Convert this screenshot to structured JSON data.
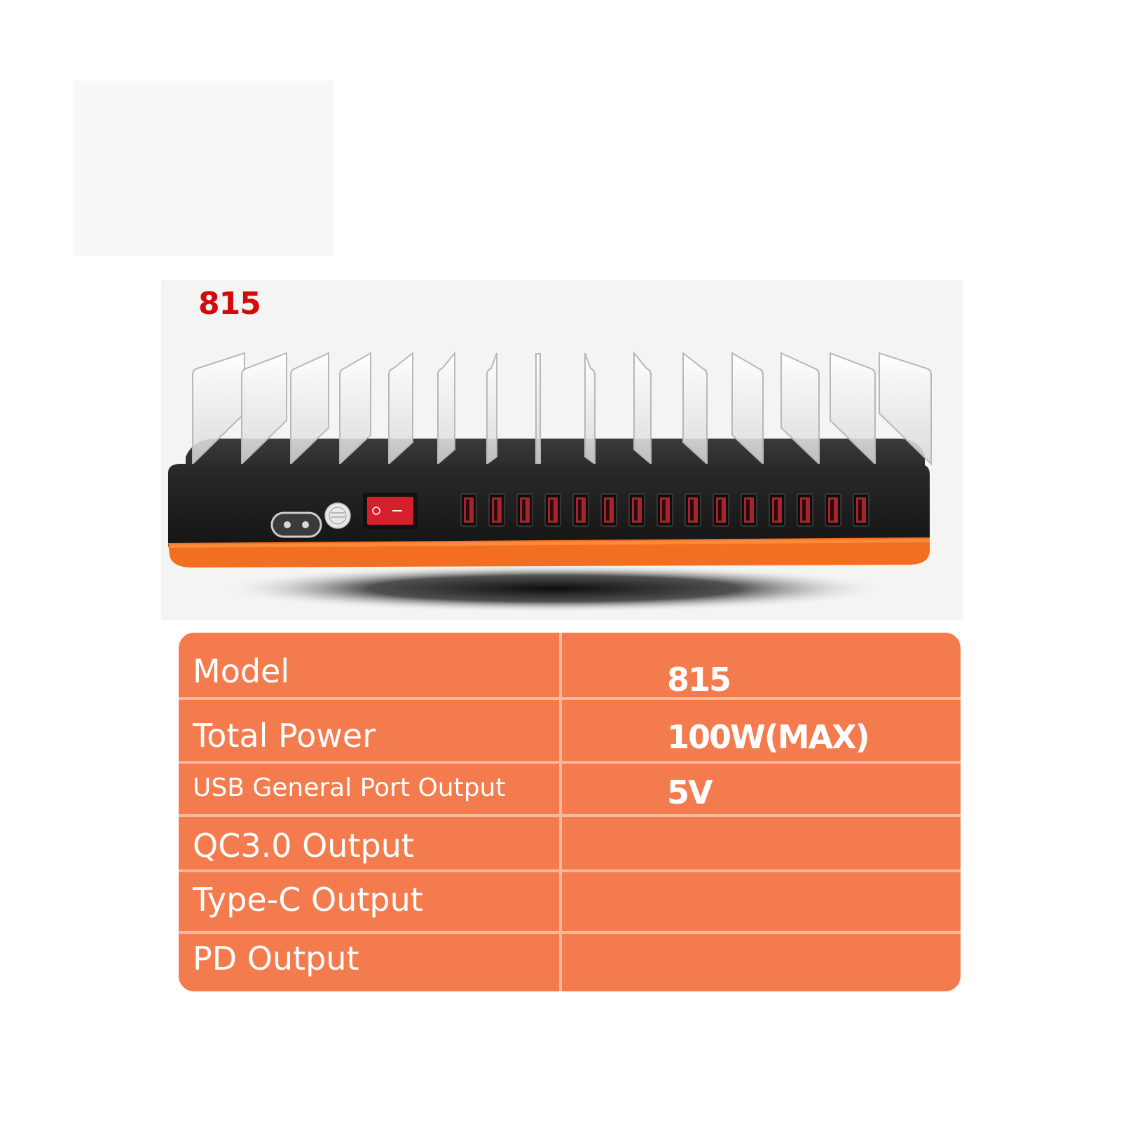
{
  "product_image": {
    "model_tag": "815",
    "port_count": 15,
    "divider_count": 15,
    "colors": {
      "model_tag": "#d10a0a",
      "body": "#1f1f1f",
      "base_accent": "#f26f21",
      "port": "#a8242c",
      "switch": "#d3202a"
    }
  },
  "spec_table": {
    "background": "#f47b4e",
    "rows": [
      {
        "label": "Model",
        "value": "815"
      },
      {
        "label": "Total Power",
        "value": "100W(MAX)"
      },
      {
        "label": "USB General Port Output",
        "value": "5V"
      },
      {
        "label": "QC3.0 Output",
        "value": ""
      },
      {
        "label": "Type-C Output",
        "value": ""
      },
      {
        "label": "PD Output",
        "value": ""
      }
    ]
  }
}
